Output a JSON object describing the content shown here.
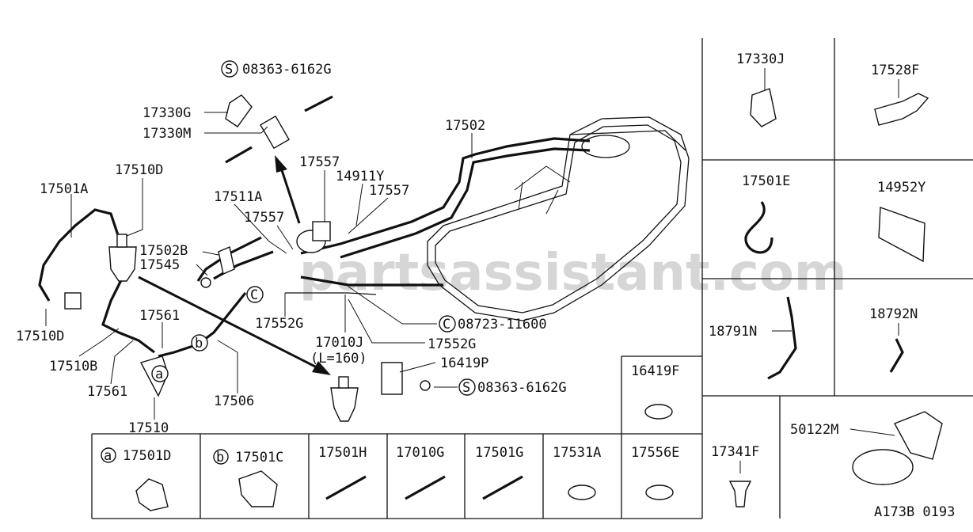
{
  "watermark": "partsassistant.com",
  "diagram_code": "A173B 0193",
  "callouts": {
    "screw_top": "08363-6162G",
    "p17330G": "17330G",
    "p17330M": "17330M",
    "p17510D_top": "17510D",
    "p17501A": "17501A",
    "p17511A": "17511A",
    "p17557_top": "17557",
    "p14911Y": "14911Y",
    "p17557_right": "17557",
    "p17557_mid": "17557",
    "p17502": "17502",
    "p17502B": "17502B",
    "p17545": "17545",
    "p17510D_left": "17510D",
    "p17561_top": "17561",
    "p17510B": "17510B",
    "p17561_bottom": "17561",
    "p17510": "17510",
    "p17506": "17506",
    "p17552G_left": "17552G",
    "p17010J": "17010J",
    "p17010J_len": "(L=160)",
    "clip_c": "08723-11600",
    "p17552G_right": "17552G",
    "p16419P": "16419P",
    "screw_bottom": "08363-6162G"
  },
  "markers": {
    "s": "S",
    "c": "C",
    "a": "a",
    "b": "b"
  },
  "right_panel": {
    "p17330J": "17330J",
    "p17528F": "17528F",
    "p17501E": "17501E",
    "p14952Y": "14952Y",
    "p18791N": "18791N",
    "p18792N": "18792N",
    "p17341F": "17341F",
    "p50122M": "50122M"
  },
  "bottom_row": {
    "cell_a": "17501D",
    "cell_b": "17501C",
    "cell_3": "17501H",
    "cell_4": "17010G",
    "cell_5": "17501G",
    "cell_6": "17531A",
    "cell_7": "17556E",
    "cell_extra": "16419F"
  }
}
